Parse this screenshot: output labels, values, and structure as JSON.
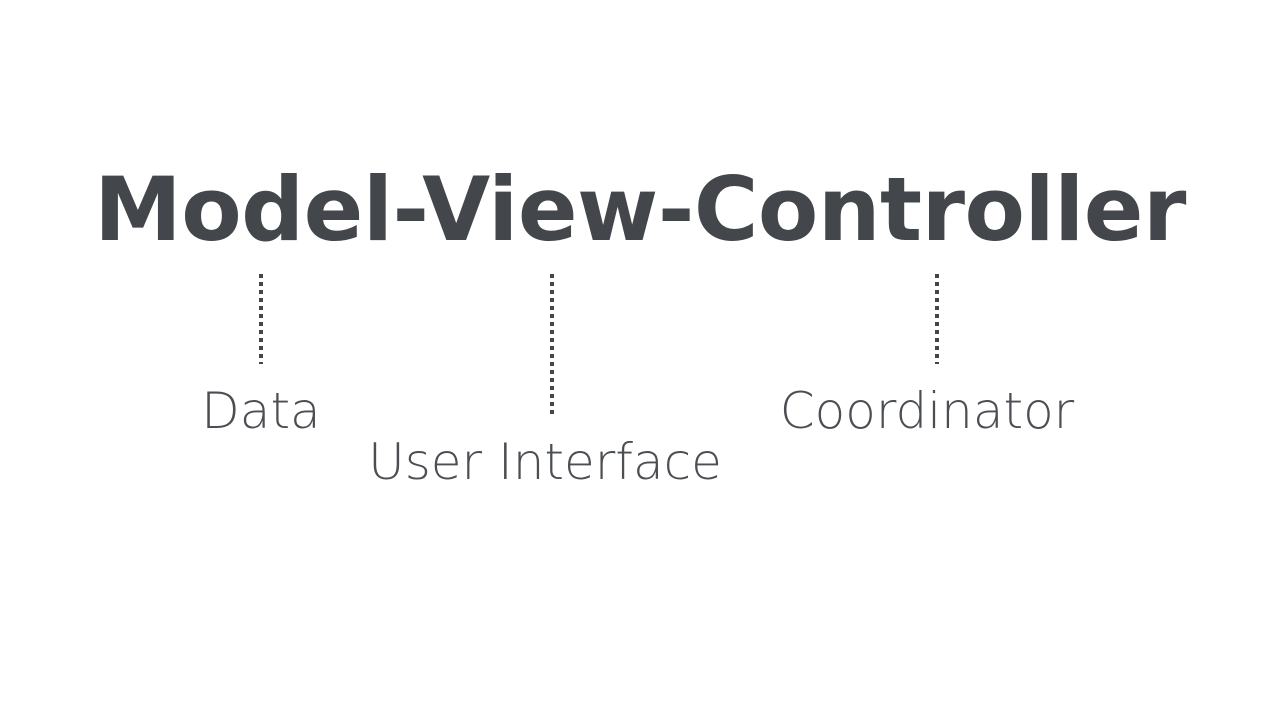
{
  "slide": {
    "background_color": "#ffffff",
    "text_color": "#43464b",
    "label_color": "#4b4e53",
    "connector_color": "#43464b"
  },
  "title": {
    "text": "Model-View-Controller",
    "parts": [
      "Model",
      "View",
      "Controller"
    ]
  },
  "annotations": [
    {
      "id": "model",
      "term": "Model",
      "label": "Data",
      "connector": "dotted-vertical-line"
    },
    {
      "id": "view",
      "term": "View",
      "label": "User Interface",
      "connector": "dotted-vertical-line"
    },
    {
      "id": "controller",
      "term": "Controller",
      "label": "Coordinator",
      "connector": "dotted-vertical-line"
    }
  ]
}
